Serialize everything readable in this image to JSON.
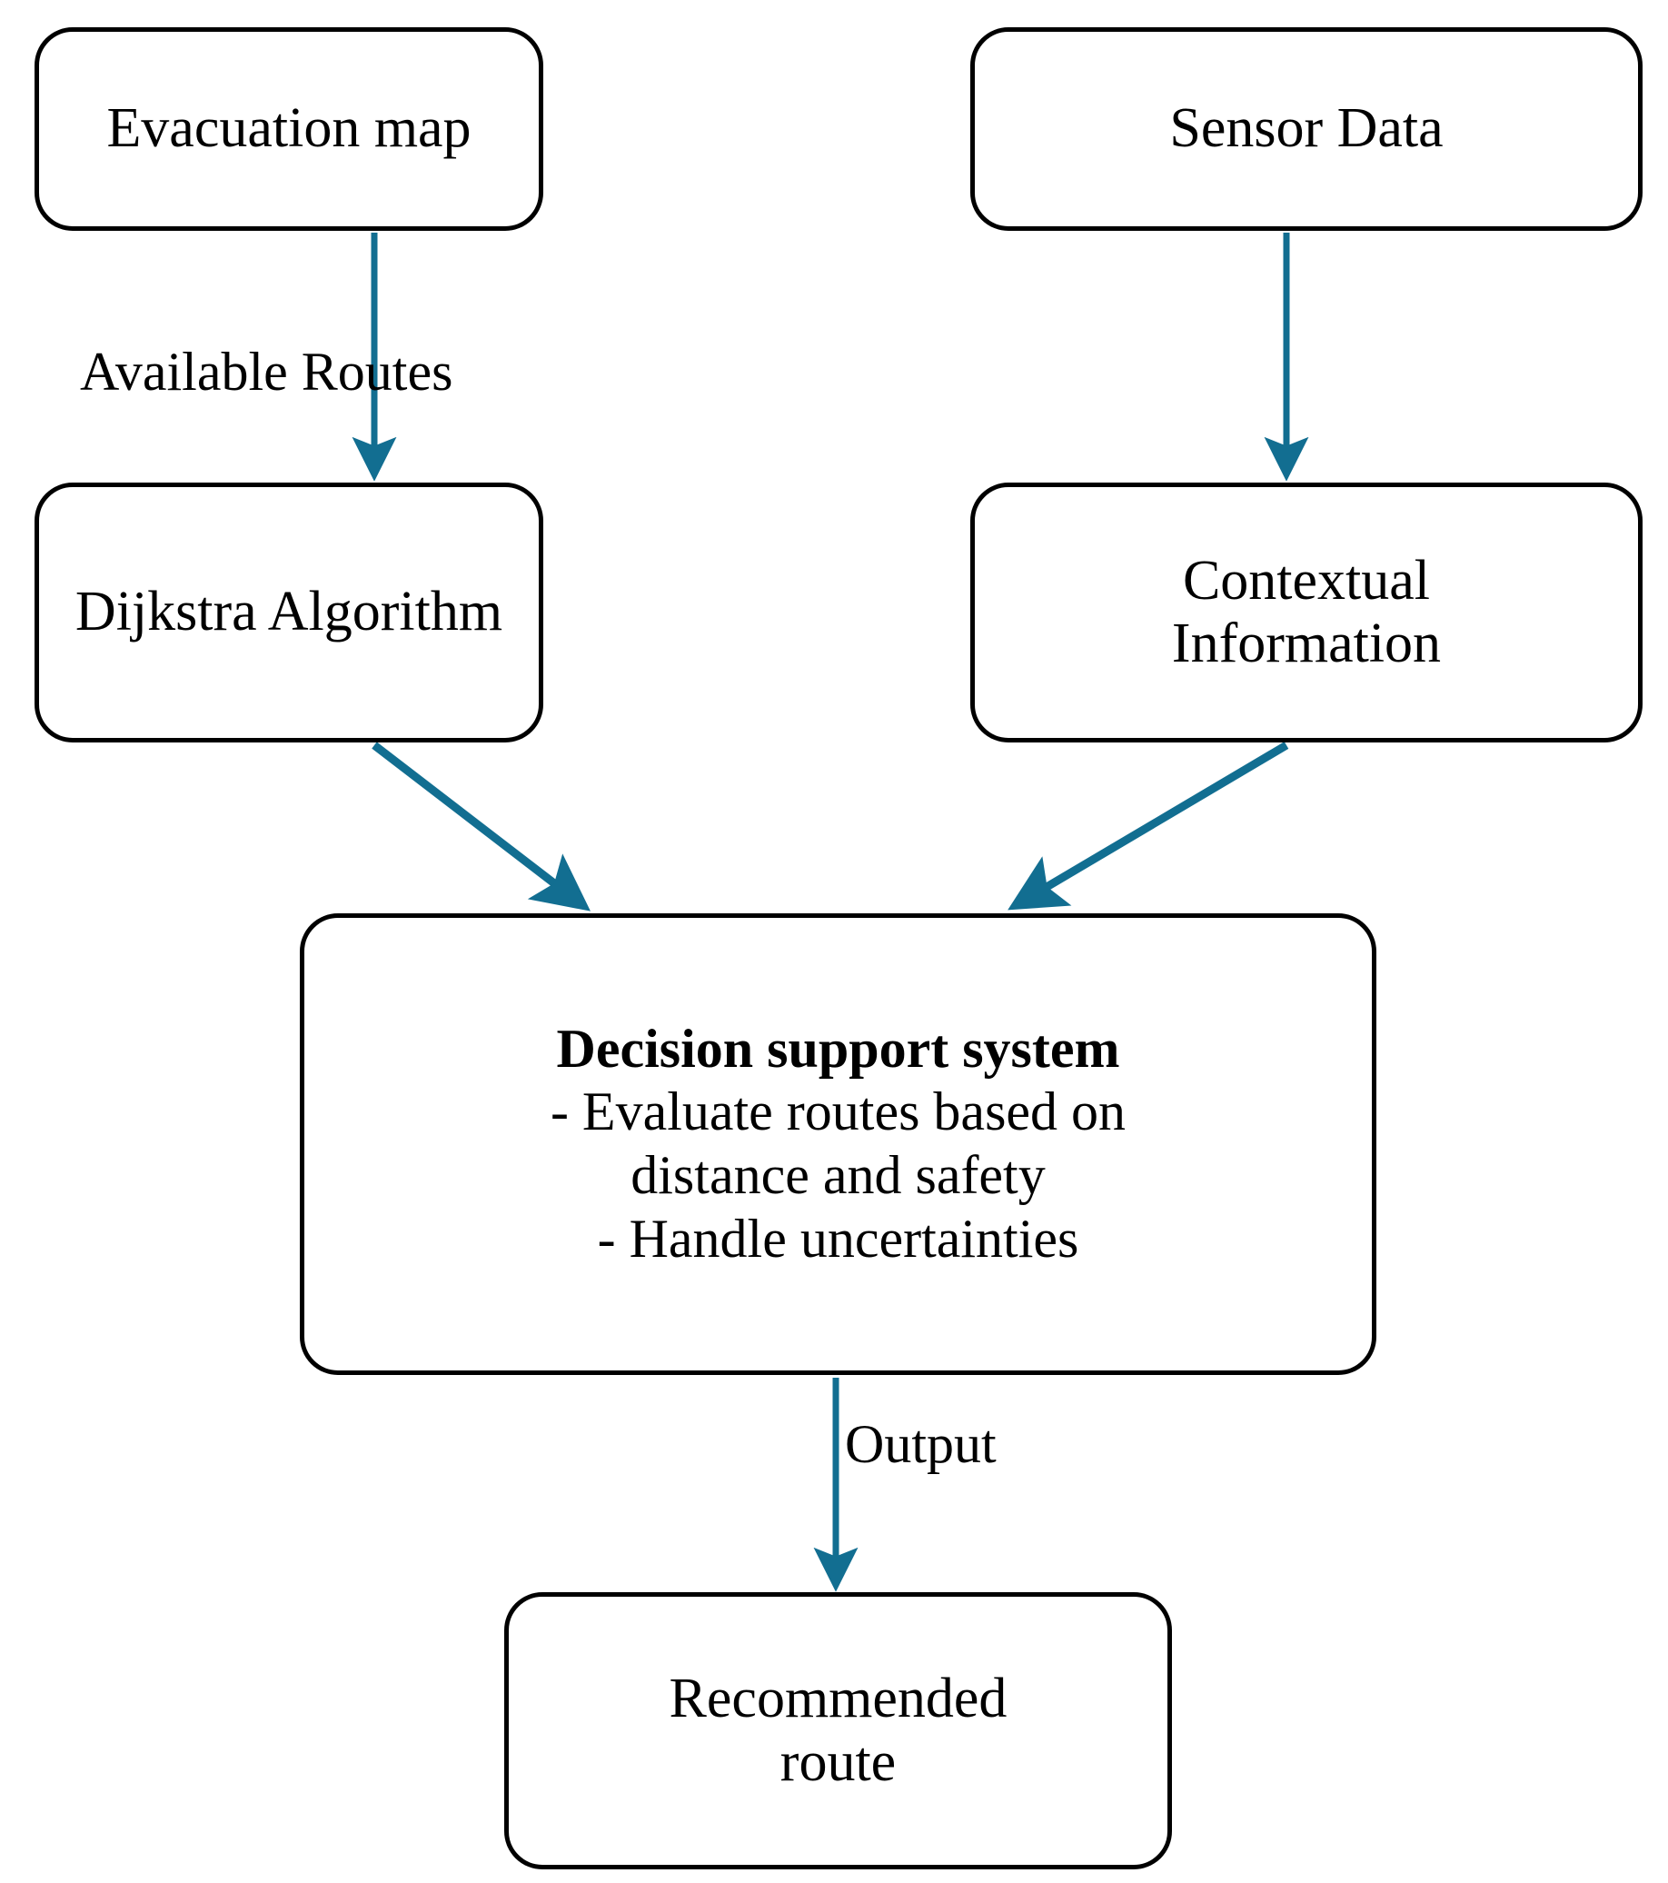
{
  "diagram": {
    "type": "flowchart",
    "title": "Evacuation route decision support flowchart",
    "colors": {
      "node_border": "#000000",
      "node_fill": "#ffffff",
      "arrow": "#126E91",
      "text": "#000000"
    },
    "nodes": [
      {
        "id": "evacuation-map",
        "label": "Evacuation map"
      },
      {
        "id": "sensor-data",
        "label": "Sensor Data"
      },
      {
        "id": "dijkstra",
        "label": "Dijkstra Algorithm"
      },
      {
        "id": "contextual",
        "label": "Contextual\nInformation"
      },
      {
        "id": "dss",
        "label": "Decision support system"
      },
      {
        "id": "recommended",
        "label": "Recommended\nroute"
      }
    ],
    "dss": {
      "title": "Decision support system",
      "bullet_1": "- Evaluate routes based on",
      "bullet_1_cont": "distance and safety",
      "bullet_2": "-   Handle uncertainties"
    },
    "contextual": {
      "line_1": "Contextual",
      "line_2": "Information"
    },
    "recommended": {
      "line_1": "Recommended",
      "line_2": "route"
    },
    "edges": [
      {
        "id": "evacuation-to-dijkstra",
        "from": "evacuation-map",
        "to": "dijkstra",
        "label": "Available Routes"
      },
      {
        "id": "sensor-to-contextual",
        "from": "sensor-data",
        "to": "contextual",
        "label": ""
      },
      {
        "id": "dijkstra-to-dss",
        "from": "dijkstra",
        "to": "dss",
        "label": ""
      },
      {
        "id": "contextual-to-dss",
        "from": "contextual",
        "to": "dss",
        "label": ""
      },
      {
        "id": "dss-to-recommended",
        "from": "dss",
        "to": "recommended",
        "label": "Output"
      }
    ],
    "edge_labels": {
      "available_routes": "Available Routes",
      "output": "Output"
    }
  }
}
